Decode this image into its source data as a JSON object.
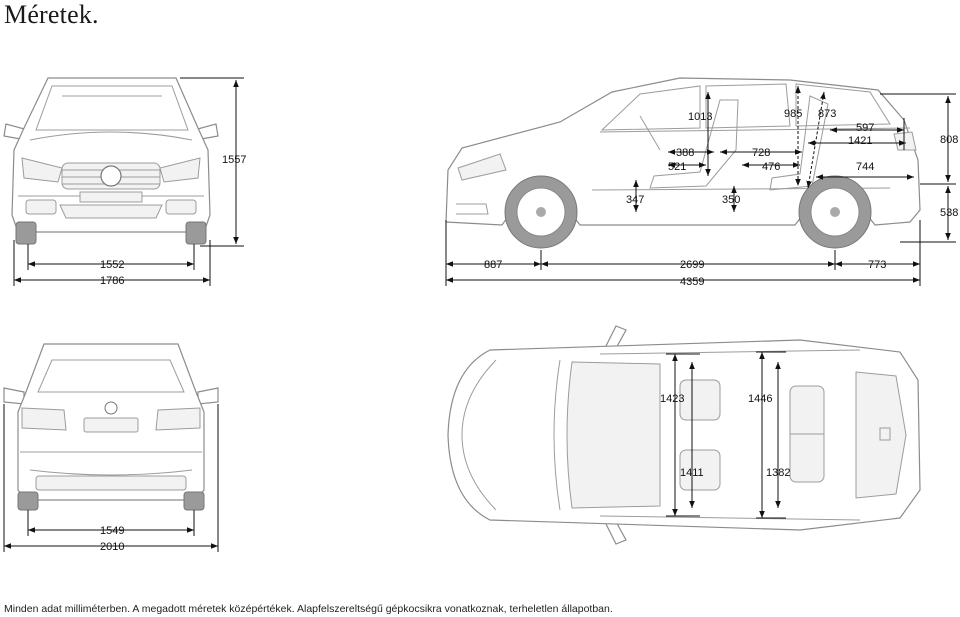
{
  "title": "Méretek.",
  "footnote": "Minden adat milliméterben. A megadott méretek középértékek. Alapfelszereltségű gépkocsikra vonatkoznak, terheletlen állapotban.",
  "front_view": {
    "height": "1557",
    "track": "1552",
    "width": "1786"
  },
  "side_view": {
    "roof_rear_height": "808",
    "rear_sill_height": "538",
    "front_headroom": "1013",
    "front_legroom_a": "388",
    "front_legroom_b": "521",
    "seat_height_front": "347",
    "rear_headroom": "985",
    "rear_seat_gap": "728",
    "rear_legroom": "476",
    "seat_height_rear": "350",
    "luggage_height": "873",
    "luggage_length_a": "597",
    "luggage_length_b": "1421",
    "luggage_length_c": "744",
    "front_overhang": "887",
    "wheelbase": "2699",
    "rear_overhang": "773",
    "length": "4359"
  },
  "top_view": {
    "front_shoulder": "1423",
    "rear_shoulder": "1446",
    "front_elbow": "1411",
    "rear_elbow": "1382"
  },
  "rear_view": {
    "track": "1549",
    "mirror_width": "2010"
  }
}
